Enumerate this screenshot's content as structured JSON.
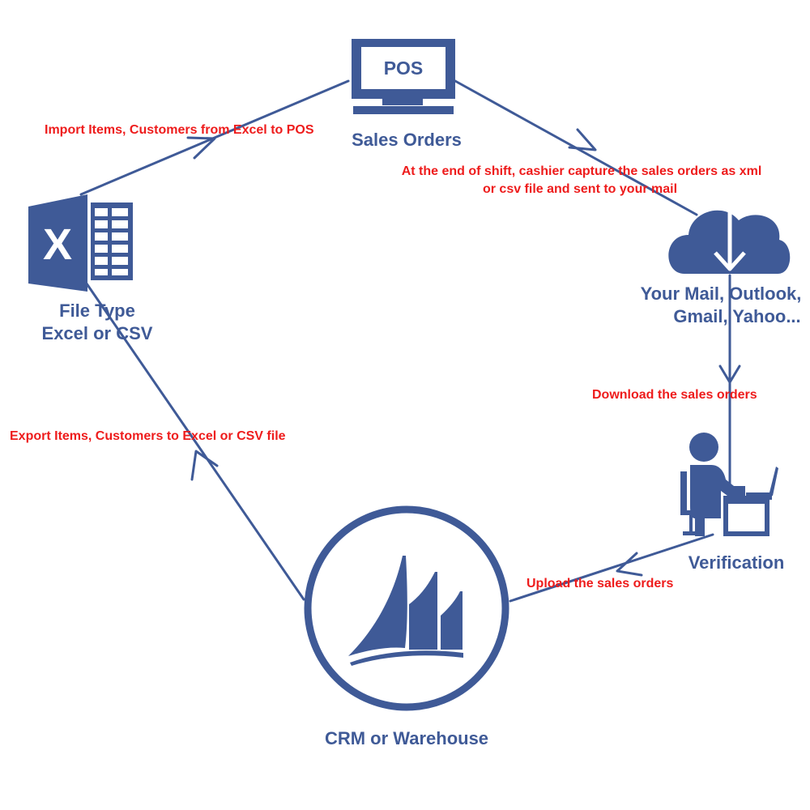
{
  "colors": {
    "primary": "#3f5a97",
    "annotation": "#ee1c1c",
    "background": "#ffffff"
  },
  "nodes": {
    "pos": {
      "icon": "monitor-icon",
      "screen_text": "POS",
      "label": "Sales Orders"
    },
    "mail": {
      "icon": "cloud-download-icon",
      "label_line1": "Your Mail, Outlook,",
      "label_line2": "Gmail, Yahoo..."
    },
    "verification": {
      "icon": "person-at-desk-icon",
      "label": "Verification"
    },
    "crm": {
      "icon": "dynamics-logo-icon",
      "label": "CRM or Warehouse"
    },
    "file": {
      "icon": "excel-icon",
      "icon_letter": "X",
      "label_line1": "File Type",
      "label_line2": "Excel or CSV"
    }
  },
  "edges": {
    "file_to_pos": "Import Items, Customers from Excel to POS",
    "pos_to_mail_line1": "At the end of shift, cashier capture the sales orders as xml",
    "pos_to_mail_line2": "or csv file and sent to your mail",
    "mail_to_verification": "Download the sales orders",
    "verification_to_crm": "Upload the sales orders",
    "crm_to_file": "Export Items, Customers to Excel or CSV file"
  }
}
